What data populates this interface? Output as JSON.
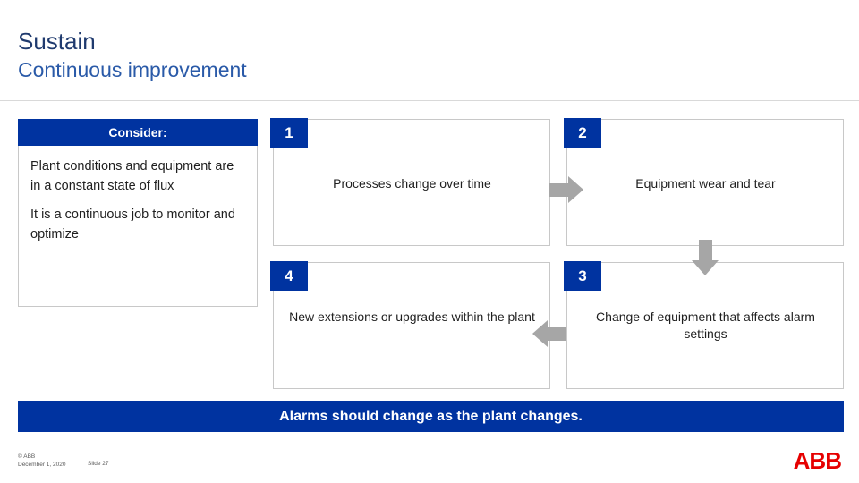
{
  "slide": {
    "title_line1": "Sustain",
    "title_line2": "Continuous improvement"
  },
  "consider": {
    "header": "Consider:",
    "paragraphs": [
      "Plant conditions and equipment are in a constant state of flux",
      "It is a continuous job to monitor and optimize"
    ]
  },
  "cycle": {
    "steps": [
      {
        "number": "1",
        "text": "Processes change over time"
      },
      {
        "number": "2",
        "text": "Equipment wear and tear"
      },
      {
        "number": "3",
        "text": "Change of equipment that affects alarm settings"
      },
      {
        "number": "4",
        "text": "New extensions or upgrades within the plant"
      }
    ]
  },
  "banner": {
    "text": "Alarms should change as the plant changes."
  },
  "footer": {
    "copyright": "© ABB",
    "date": "December 1, 2020",
    "slide_number": "Slide 27",
    "logo": "ABB"
  },
  "colors": {
    "brand_blue": "#0033a0",
    "title_dark": "#1f3a6e",
    "subtitle_blue": "#2a5aa8",
    "arrow_grey": "#a6a6a6",
    "border_grey": "#c8c8c8",
    "logo_red": "#e60000"
  }
}
